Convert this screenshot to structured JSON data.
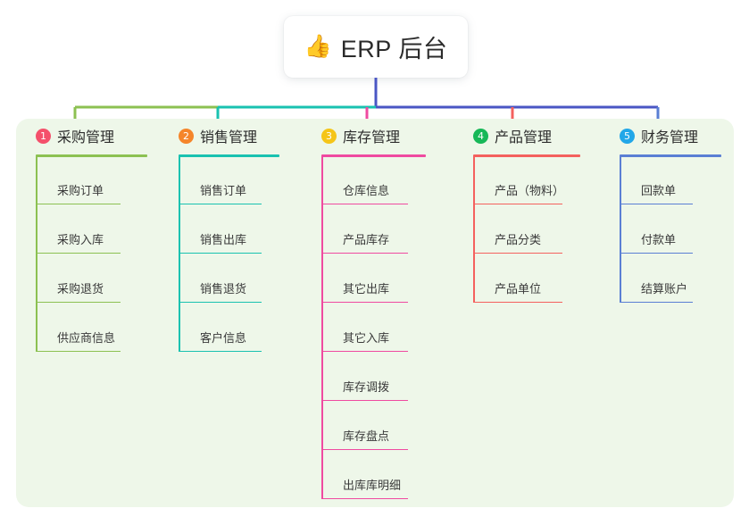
{
  "root": {
    "icon": "thumbs-up-icon",
    "icon_glyph": "👍",
    "title": "ERP 后台"
  },
  "panel": {
    "background_color": "#eef7e9"
  },
  "connector": {
    "stem_color": "#4a56c4",
    "bus_color": "#4a56c4"
  },
  "columns": [
    {
      "number": "1",
      "title": "采购管理",
      "badge_color": "#f4506b",
      "line_color": "#8cc152",
      "items": [
        "采购订单",
        "采购入库",
        "采购退货",
        "供应商信息"
      ]
    },
    {
      "number": "2",
      "title": "销售管理",
      "badge_color": "#f5852a",
      "line_color": "#19c2b0",
      "items": [
        "销售订单",
        "销售出库",
        "销售退货",
        "客户信息"
      ]
    },
    {
      "number": "3",
      "title": "库存管理",
      "badge_color": "#f5c518",
      "line_color": "#ef4aa0",
      "items": [
        "仓库信息",
        "产品库存",
        "其它出库",
        "其它入库",
        "库存调拨",
        "库存盘点",
        "出库库明细"
      ]
    },
    {
      "number": "4",
      "title": "产品管理",
      "badge_color": "#17b858",
      "line_color": "#f4615e",
      "items": [
        "产品（物料）",
        "产品分类",
        "产品单位"
      ]
    },
    {
      "number": "5",
      "title": "财务管理",
      "badge_color": "#22a7e8",
      "line_color": "#5a7fd4",
      "items": [
        "回款单",
        "付款单",
        "结算账户"
      ]
    }
  ]
}
